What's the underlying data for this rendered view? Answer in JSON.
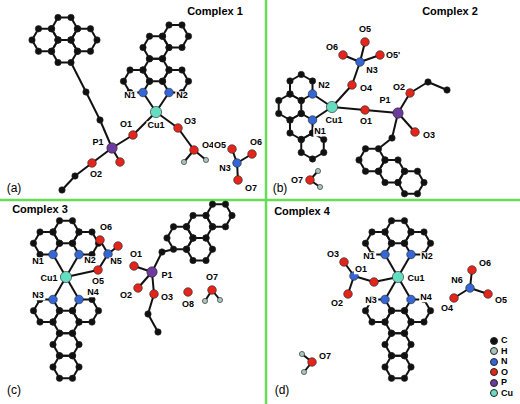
{
  "diagram": {
    "labels": [
      "Complex 1",
      "(a)",
      "P1",
      "O2",
      "O1",
      "Cu1",
      "N1",
      "N2",
      "O3",
      "O4",
      "O5",
      "N3",
      "O6",
      "O7",
      "Complex 2",
      "(b)",
      "O5",
      "N3",
      "O5'",
      "O6",
      "O4",
      "N1",
      "N2",
      "Cu1",
      "O1",
      "O2",
      "P1",
      "O3",
      "O7",
      "Complex 3",
      "(c)",
      "N1",
      "N2",
      "Cu1",
      "N4",
      "N3",
      "O6",
      "N5",
      "O5",
      "O1",
      "O2",
      "P1",
      "O3",
      "O8",
      "O7",
      "Complex 4",
      "(d)",
      "N1",
      "N2",
      "Cu1",
      "O3",
      "O1",
      "O2",
      "N3",
      "N4",
      "O6",
      "N6",
      "O5",
      "O4",
      "O7"
    ],
    "legend": [
      {
        "text": "C",
        "color": "#111111"
      },
      {
        "text": "H",
        "color": "#a8c4bc"
      },
      {
        "text": "N",
        "color": "#3566d6"
      },
      {
        "text": "O",
        "color": "#e3261c"
      },
      {
        "text": "P",
        "color": "#6d3b9e"
      },
      {
        "text": "Cu",
        "color": "#66dcc0"
      }
    ]
  }
}
